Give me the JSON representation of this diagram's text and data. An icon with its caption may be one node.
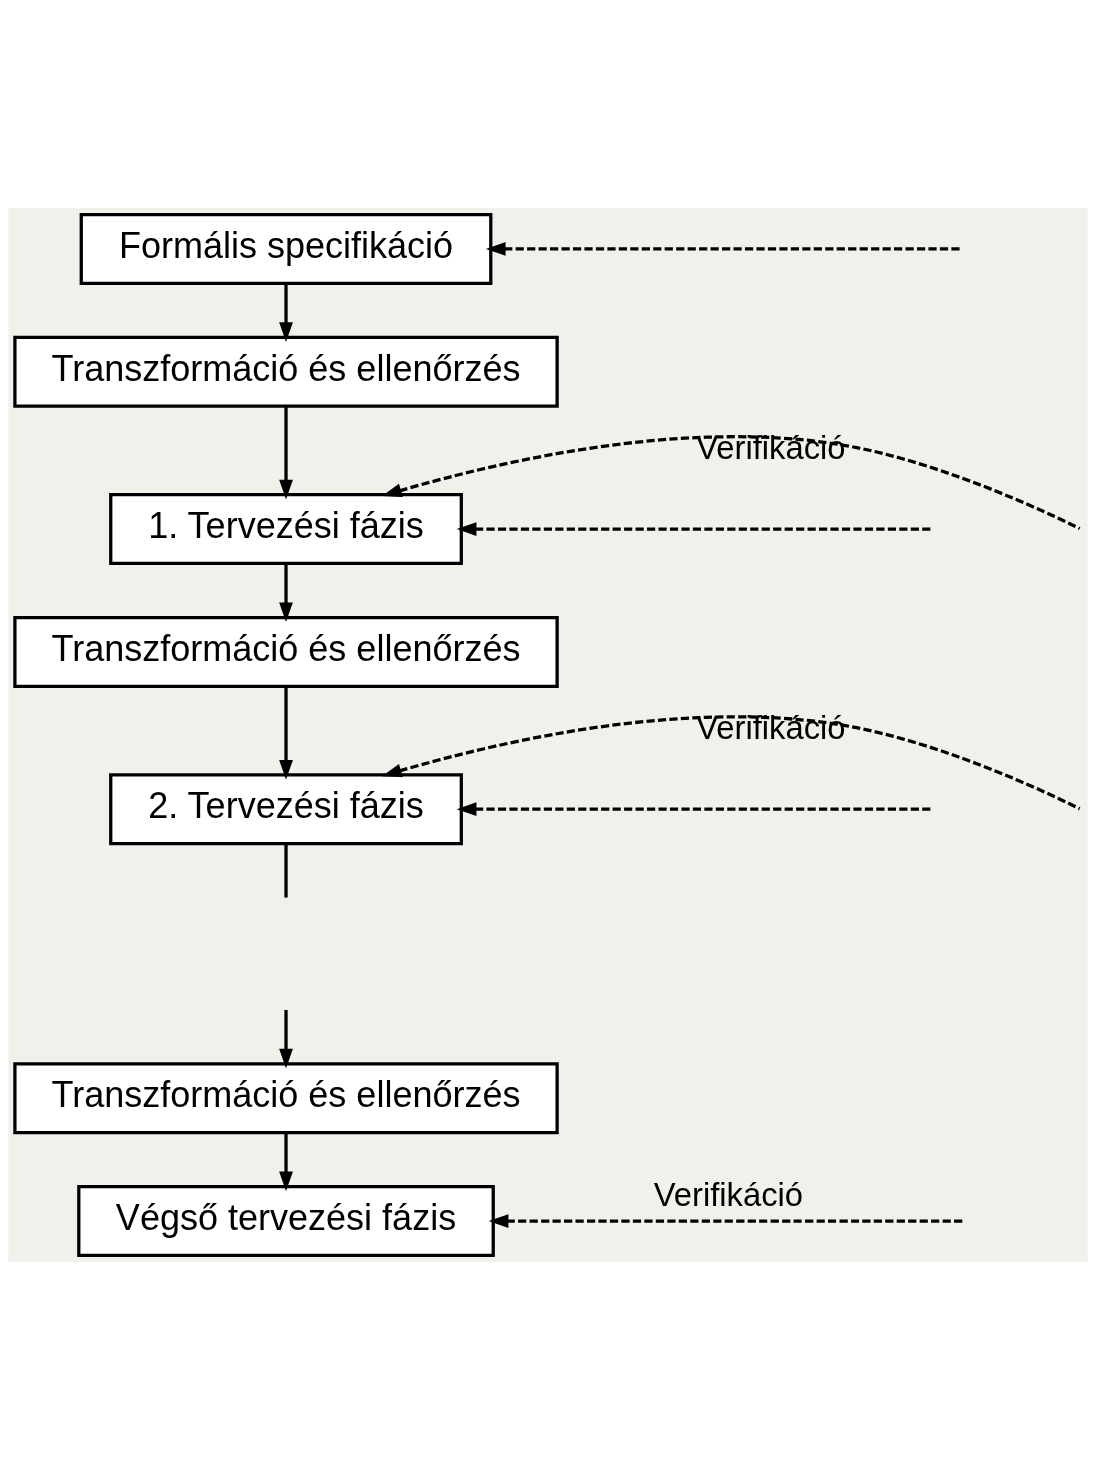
{
  "diagram": {
    "nodes": [
      {
        "text": [
          "Formális specifikáció"
        ]
      },
      {
        "text": [
          "Transzformáció és ellenőrzés"
        ]
      },
      {
        "text": [
          "1. Tervezési fázis"
        ]
      },
      {
        "text": [
          "Transzformáció és ellenőrzés"
        ]
      },
      {
        "text": [
          "2. Tervezési fázis"
        ]
      },
      {
        "text": [
          "Transzformáció és ellenőrzés"
        ]
      },
      {
        "text": [
          "Végső tervezési fázis"
        ]
      }
    ],
    "edges": [
      {
        "from": null,
        "to": 0,
        "arrow": "to",
        "style": "dashed"
      },
      {
        "from": 0,
        "to": 1,
        "arrow": "to"
      },
      {
        "from": 1,
        "to": 2,
        "arrow": "to"
      },
      {
        "from": null,
        "to": 2,
        "arrow": "to",
        "style": "dashed",
        "label": "Verifikáció"
      },
      {
        "from": null,
        "to": 2,
        "arrow": "to",
        "style": "dashed"
      },
      {
        "from": 2,
        "to": 3,
        "arrow": "to"
      },
      {
        "from": 3,
        "to": 4,
        "arrow": "to"
      },
      {
        "from": null,
        "to": 4,
        "arrow": "to",
        "style": "dashed",
        "label": "Verifikáció"
      },
      {
        "from": null,
        "to": 4,
        "arrow": "to",
        "style": "dashed"
      },
      {
        "from": 4,
        "to": null,
        "arrow": "none"
      },
      {
        "from": null,
        "to": 5,
        "arrow": "to"
      },
      {
        "from": 5,
        "to": 6,
        "arrow": "to"
      },
      {
        "from": null,
        "to": 6,
        "arrow": "to",
        "style": "dashed",
        "label": "Verifikáció"
      }
    ]
  }
}
